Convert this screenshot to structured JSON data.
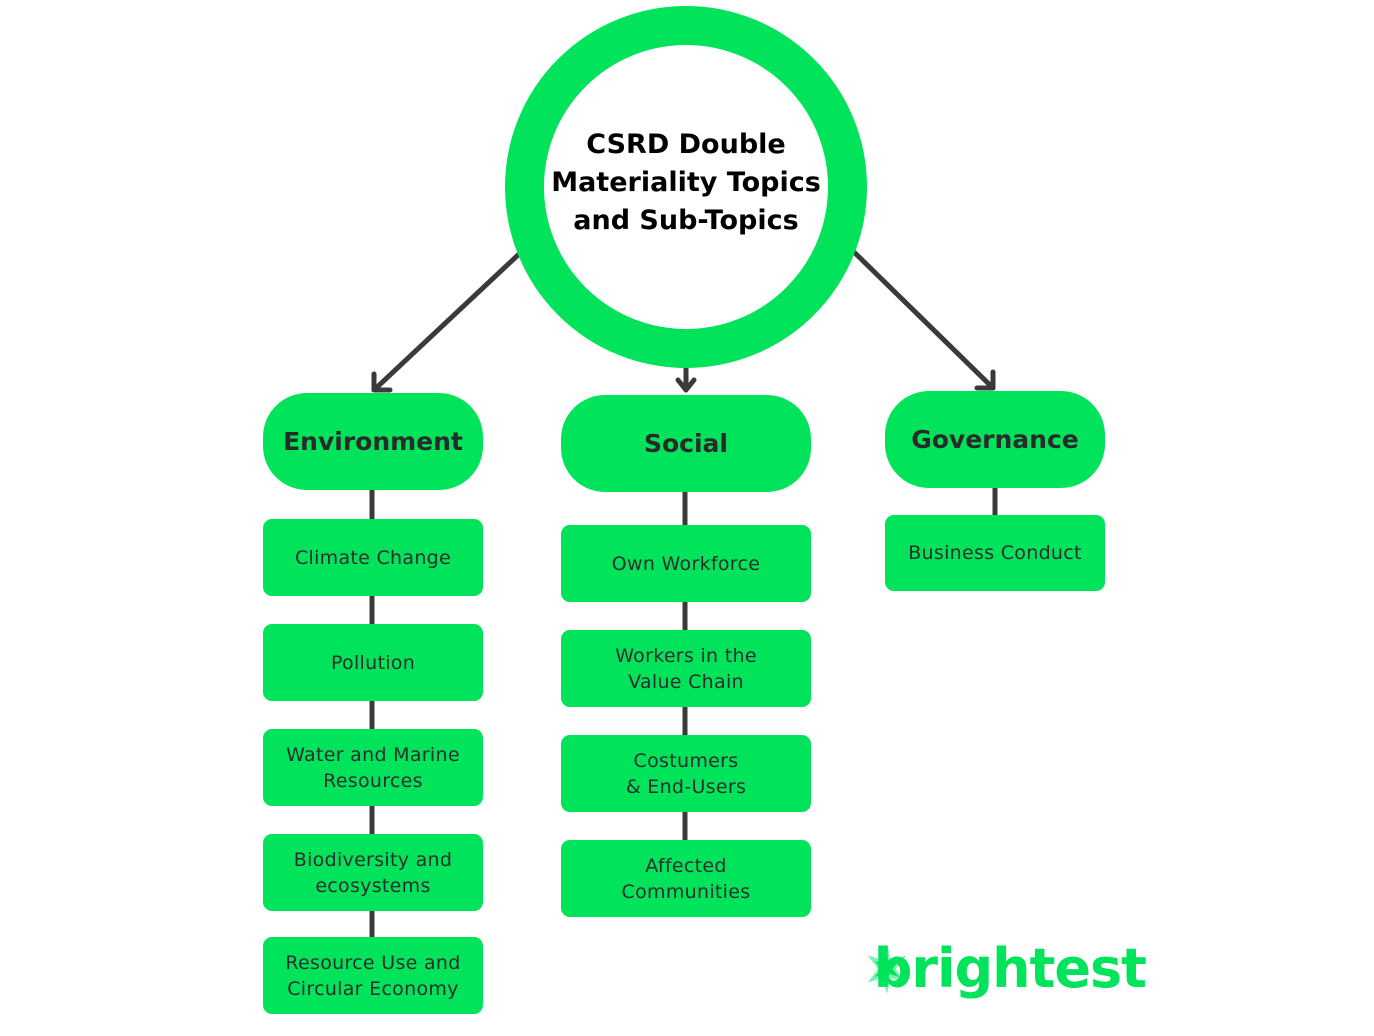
{
  "center": {
    "title": "CSRD Double\nMateriality Topics\nand Sub-Topics"
  },
  "pillars": [
    {
      "label": "Environment",
      "subtopics": [
        "Climate Change",
        "Pollution",
        "Water and Marine\nResources",
        "Biodiversity and\necosystems",
        "Resource Use and\nCircular Economy"
      ]
    },
    {
      "label": "Social",
      "subtopics": [
        "Own Workforce",
        "Workers in the\nValue Chain",
        "Costumers\n& End-Users",
        "Affected\nCommunities"
      ]
    },
    {
      "label": "Governance",
      "subtopics": [
        "Business Conduct"
      ]
    }
  ],
  "logo": {
    "text": "brightest",
    "star_color": "#00e35a",
    "star_accent": "#7ef0b4"
  },
  "colors": {
    "accent": "#00e35a",
    "connector": "#3a3a3a",
    "text": "#2e2e2e"
  }
}
